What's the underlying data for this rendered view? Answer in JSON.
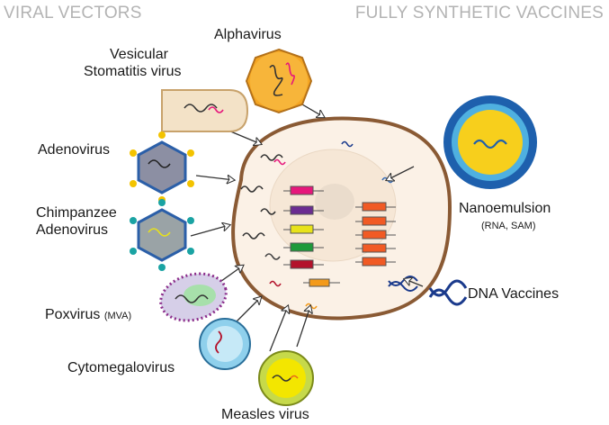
{
  "headers": {
    "left": "VIRAL VECTORS",
    "right": "FULLY SYNTHETIC VACCINES"
  },
  "labels": {
    "alphavirus": "Alphavirus",
    "vsv_line1": "Vesicular",
    "vsv_line2": "Stomatitis virus",
    "adenovirus": "Adenovirus",
    "chimp_line1": "Chimpanzee",
    "chimp_line2": "Adenovirus",
    "poxvirus": "Poxvirus",
    "poxvirus_note": "(MVA)",
    "cmv": "Cytomegalovirus",
    "measles": "Measles virus",
    "nanoemulsion": "Nanoemulsion",
    "nanoemulsion_note": "(RNA, SAM)",
    "dna": "DNA Vaccines"
  },
  "colors": {
    "header": "#b3b3b3",
    "cell_fill": "#fbf1e6",
    "cell_border": "#8a5a34",
    "alphavirus": "#f5a623",
    "adenovirus": "#8c8fa3",
    "chimp": "#9aa3a6",
    "poxvirus": "#d6cfe8",
    "cmv": "#8fd0ec",
    "measles": "#f3e600",
    "nanoemulsion": "#f7cf1c",
    "dna": "#1a3a8c"
  },
  "icons": [
    "dna-helix-icon",
    "rna-strand-icon",
    "arrow-icon"
  ]
}
